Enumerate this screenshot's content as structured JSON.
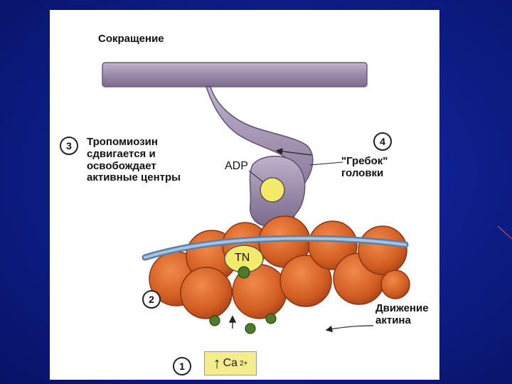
{
  "title": "Сокращение",
  "step3": {
    "number": "3",
    "lines": [
      "Тропомиозин",
      "сдвигается и",
      "освобождает",
      "активные центры"
    ]
  },
  "step4": {
    "number": "4",
    "lines": [
      "\"Гребок\"",
      "головки"
    ]
  },
  "step2": {
    "number": "2"
  },
  "step1": {
    "number": "1",
    "ion": "Ca",
    "charge": "2+"
  },
  "motion": {
    "lines": [
      "Движение",
      "актина"
    ]
  },
  "labels": {
    "adp": "ADP",
    "tn": "TN"
  },
  "colors": {
    "background": "#0e1f8c",
    "panel": "#ffffff",
    "myosin": "#9a8aa8",
    "actin": "#d9652a",
    "tropomyosin": "#8aa9c9",
    "adp": "#f3ea6a",
    "calcium": "#4f7a2a",
    "ca_box": "#f5ec8c"
  }
}
